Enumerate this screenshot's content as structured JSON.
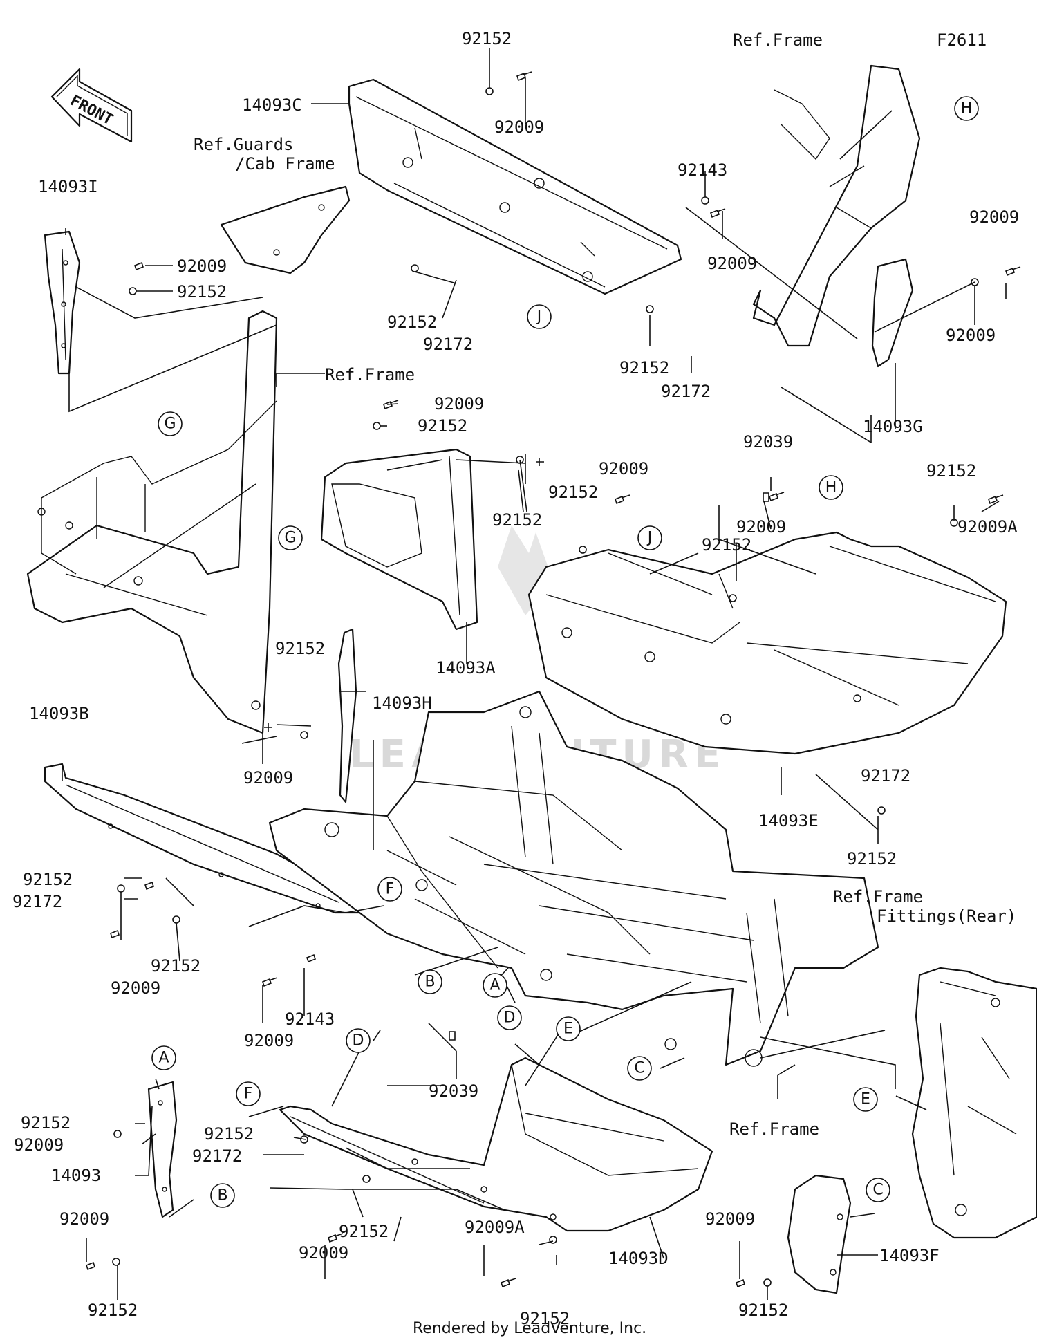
{
  "diagram_code": "F2611",
  "front_arrow": "FRONT",
  "watermark": "LEADVENTURE",
  "footer": "Rendered by LeadVenture, Inc.",
  "references": {
    "ref_frame_top": "Ref.Frame",
    "ref_guards_1": "Ref.Guards",
    "ref_guards_2": "/Cab Frame",
    "ref_frame_mid": "Ref.Frame",
    "ref_frame_rear_1": "Ref.Frame",
    "ref_frame_rear_2": "Fittings(Rear)",
    "ref_frame_bottom": "Ref.Frame"
  },
  "part_labels": {
    "l01": "92152",
    "l02": "92009",
    "l03": "14093C",
    "l04": "92143",
    "l05": "92009",
    "l06": "92152",
    "l07": "92172",
    "l08": "92152",
    "l09": "92172",
    "l10": "14093I",
    "l11": "92009",
    "l12": "92152",
    "l13": "92009",
    "l14": "92152",
    "l15": "92152",
    "l16": "92009",
    "l17": "92009",
    "l18": "92152",
    "l19": "14093G",
    "l20": "92039",
    "l21": "92152",
    "l22": "92009A",
    "l23": "92009",
    "l24": "92152",
    "l25": "92009",
    "l26": "92152",
    "l27": "14093A",
    "l28": "92152",
    "l29": "14093H",
    "l30": "92009",
    "l31": "14093B",
    "l32": "14093E",
    "l33": "92172",
    "l34": "92152",
    "l35": "92152",
    "l36": "92172",
    "l37": "92009",
    "l38": "92152",
    "l39": "92009",
    "l40": "92143",
    "l41": "92039",
    "l42": "92152",
    "l43": "92172",
    "l44": "92152",
    "l45": "92009",
    "l46": "92009",
    "l47": "92009A",
    "l48": "92152",
    "l49": "14093D",
    "l50": "92152",
    "l51": "92009",
    "l52": "14093",
    "l53": "92009",
    "l54": "92152",
    "l55": "92009",
    "l56": "92152",
    "l57": "14093F"
  },
  "callouts": {
    "H1": "H",
    "J1": "J",
    "G1": "G",
    "G2": "G",
    "J2": "J",
    "H2": "H",
    "F1": "F",
    "B1": "B",
    "A1": "A",
    "D1": "D",
    "E1": "E",
    "C1": "C",
    "F2": "F",
    "D2": "D",
    "E2": "E",
    "A2": "A",
    "B2": "B",
    "C2": "C"
  }
}
